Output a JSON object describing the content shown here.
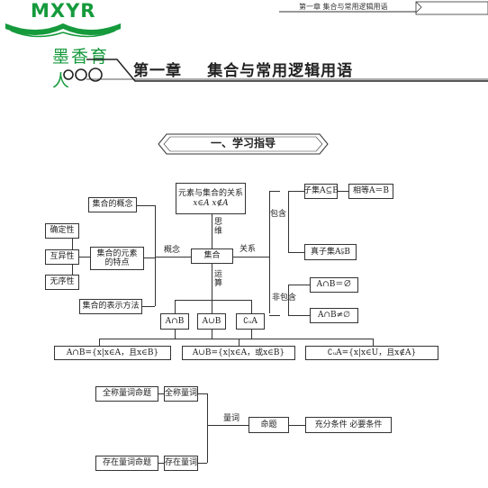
{
  "header": {
    "logo_text": "MXYR",
    "logo_cn": "墨香育人",
    "running_title": "第一章    集合与常用逻辑用语",
    "chapter_number": "第一章",
    "chapter_title": "集合与常用逻辑用语"
  },
  "section": {
    "title": "一、学习指导"
  },
  "diagram": {
    "relation_box": "元素与集合的关系",
    "relation_formula": "x∈A    x∉A",
    "concept_box": "集合的概念",
    "element_traits_box": "集合的元素的特点",
    "determinate": "确定性",
    "distinct": "互异性",
    "unordered": "无序性",
    "representation_box": "集合的表示方法",
    "concept_label": "概念",
    "thinking_label": "思维",
    "relation_label": "关系",
    "operation_label": "运算",
    "center_box": "集合",
    "contain_label": "包含",
    "noncontain_label": "非包含",
    "subset_box": "子集A⊆B",
    "equal_box": "相等A＝B",
    "proper_subset_box": "真子集A⫋B",
    "empty_intersection_box": "A∩B＝∅",
    "nonempty_intersection_box": "A∩B≠∅",
    "op_intersection": "A∩B",
    "op_union": "A∪B",
    "op_complement": "∁ᵤA",
    "def_intersection": "A∩B={x|x∈A，且x∈B}",
    "def_union": "A∪B={x|x∈A，或x∈B}",
    "def_complement": "∁ᵤA={x|x∈U，且x∉A}",
    "universal_prop_box": "全称量词命题",
    "universal_quant_box": "全称量词",
    "existential_prop_box": "存在量词命题",
    "existential_quant_box": "存在量词",
    "quantifier_label": "量词",
    "proposition_box": "命题",
    "conditions_box": "充分条件   必要条件"
  },
  "colors": {
    "logo_green": "#159a3c",
    "line": "#333333"
  }
}
